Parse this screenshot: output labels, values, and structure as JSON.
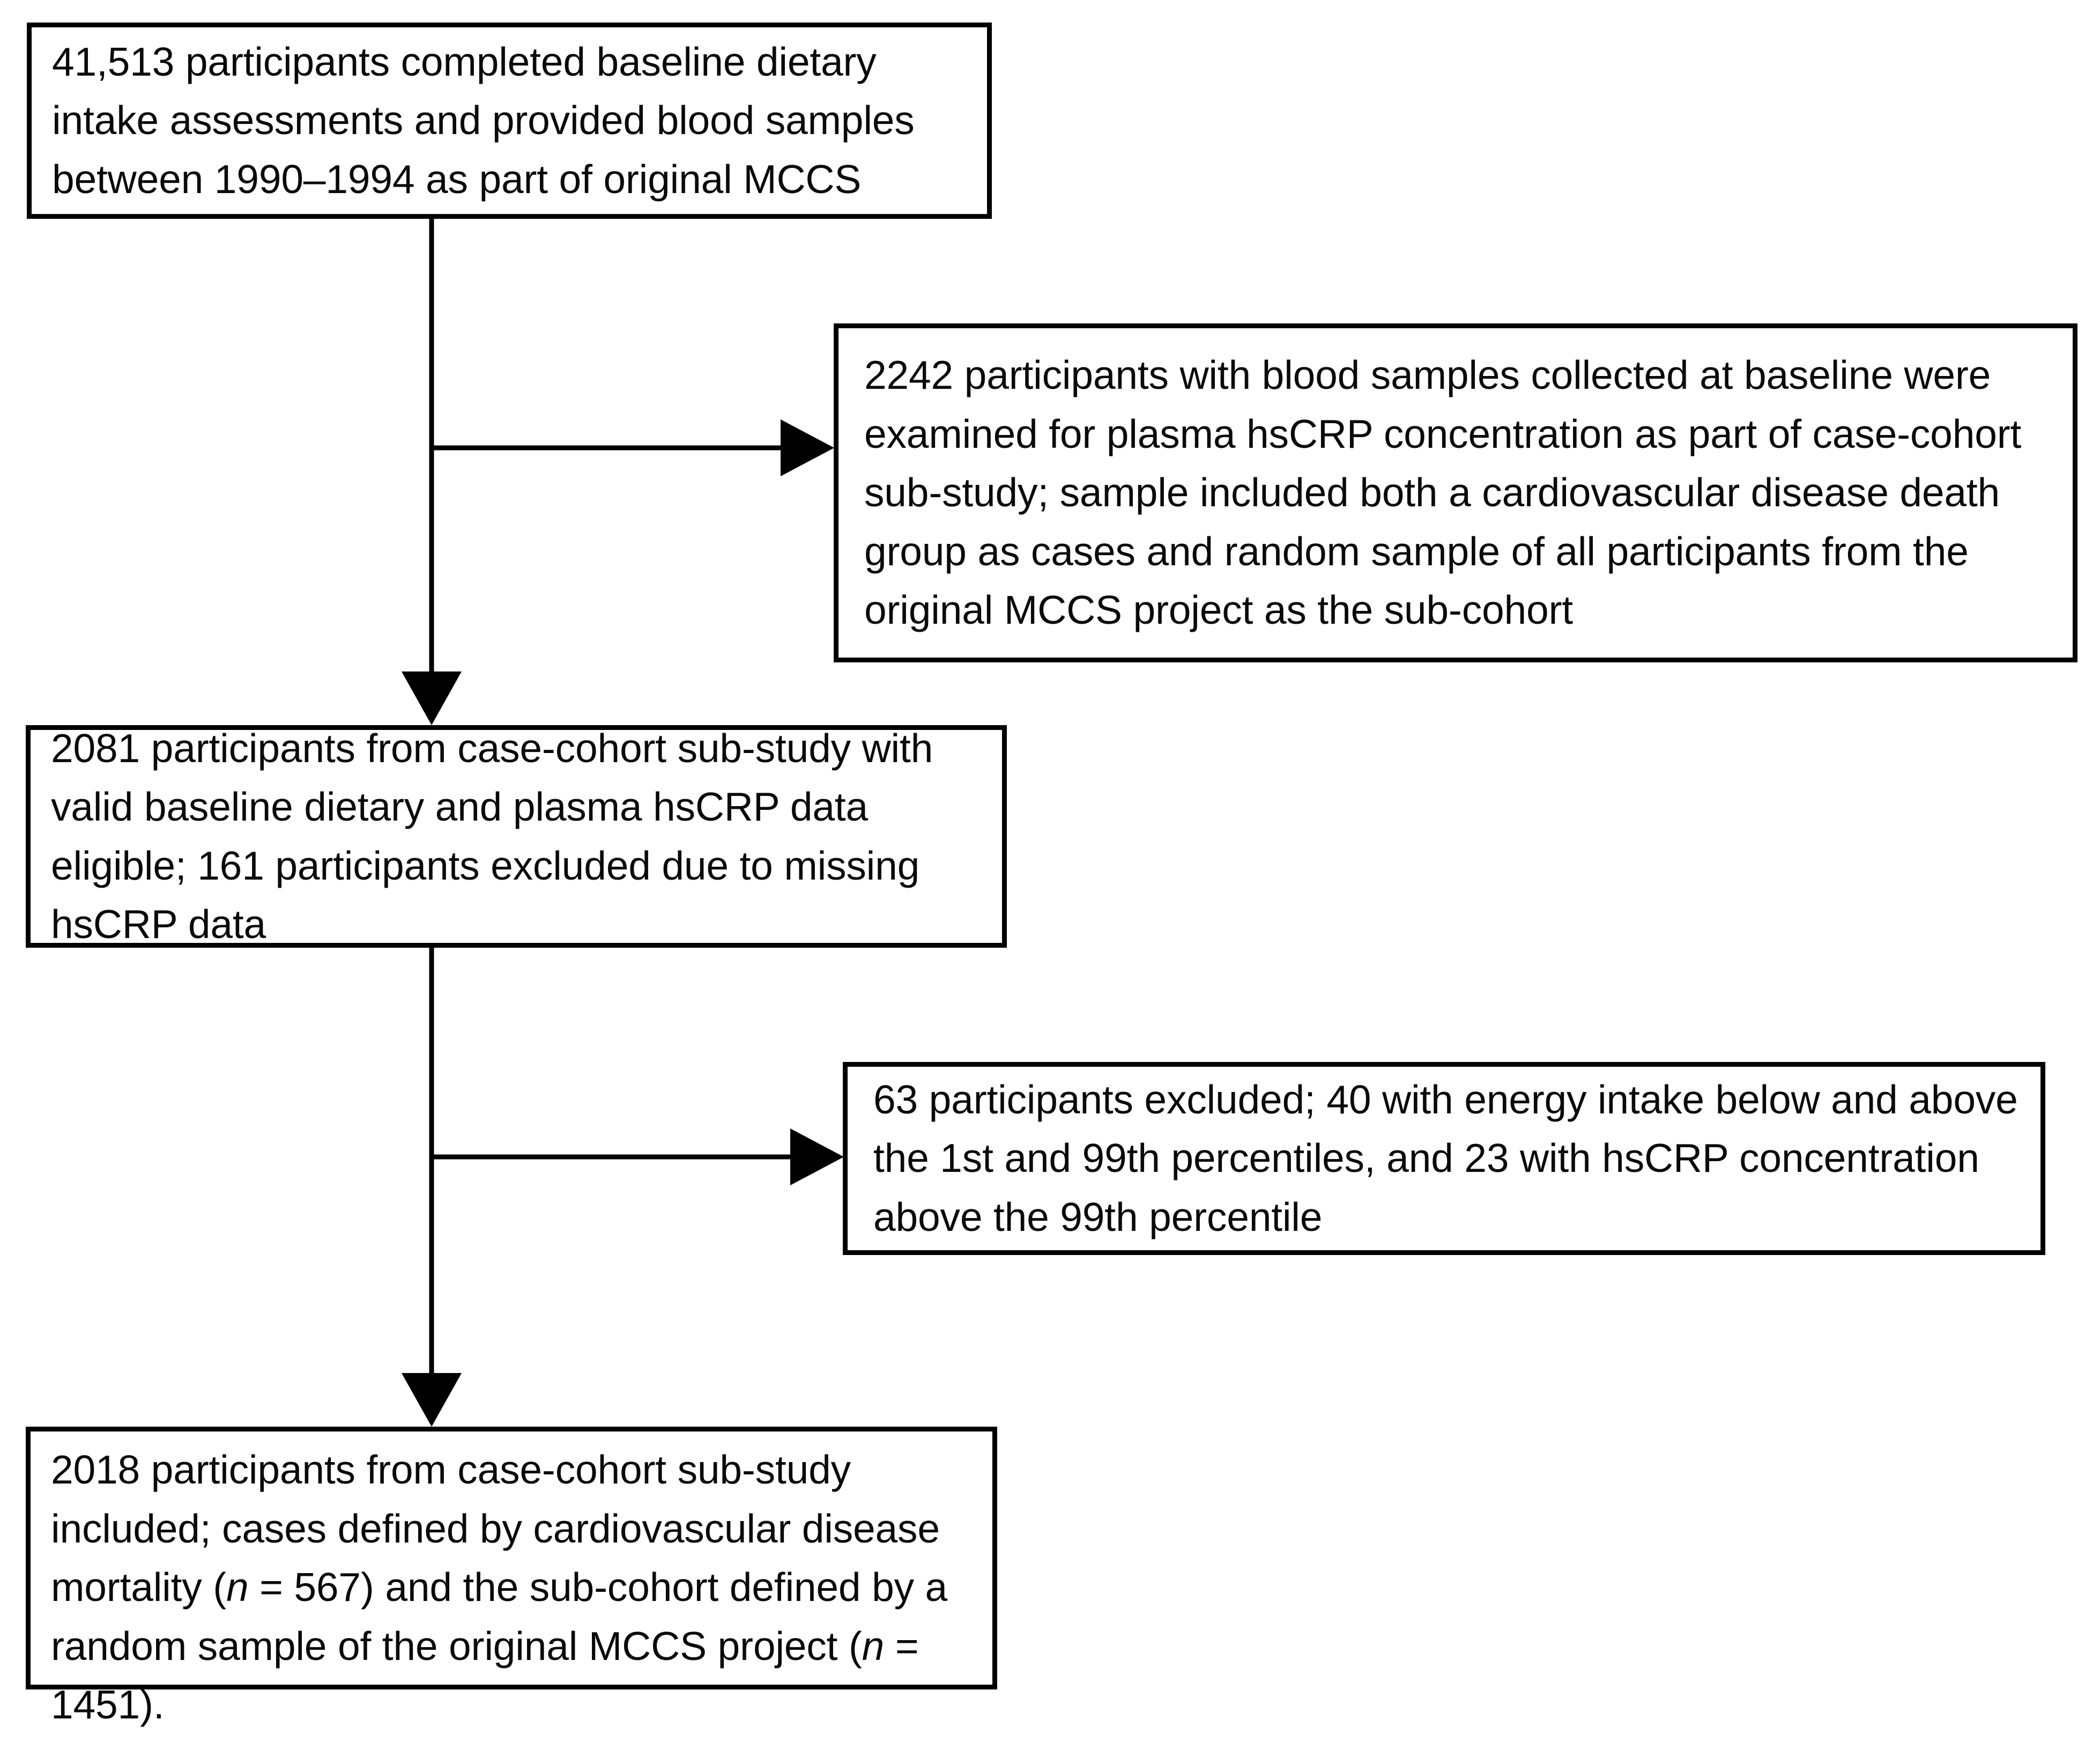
{
  "diagram": {
    "type": "flowchart",
    "orientation": "vertical-with-right-branches",
    "line_color": "#000000",
    "box_fill": "#ffffff",
    "box_border_color": "#000000",
    "text_color": "#0a0a0a",
    "nodes": [
      {
        "id": "baseline",
        "name": "baseline-cohort-box",
        "text": "41,513 participants completed baseline dietary intake assessments and provided blood samples between 1990–1994 as part of original MCCS",
        "count": "41,513"
      },
      {
        "id": "subcohort",
        "name": "case-cohort-substudy-box",
        "text": "2242 participants with blood samples collected at baseline were examined for plasma hsCRP concentration as part of case-cohort sub-study; sample included both a cardiovascular disease death group as cases and random sample of all participants from the original MCCS project as the sub-cohort",
        "count": "2242"
      },
      {
        "id": "eligible",
        "name": "eligible-participants-box",
        "text": "2081 participants from case-cohort sub-study with valid baseline dietary and plasma hsCRP data eligible; 161 participants excluded due to missing hsCRP data",
        "count": "2081"
      },
      {
        "id": "excluded",
        "name": "exclusions-box",
        "text": "63 participants excluded; 40 with energy intake below and above the 1st and 99th percentiles, and 23 with hsCRP concentration above the 99th percentile",
        "count": "63"
      },
      {
        "id": "included",
        "name": "final-analytic-sample-box",
        "text_parts": [
          "2018 participants from case-cohort sub-study included; cases defined by cardiovascular disease mortality (",
          "n",
          " = 567) and the sub-cohort defined by a random sample of the original MCCS project (",
          "n",
          " = 1451)."
        ],
        "count": "2018",
        "cases_n": "567",
        "subcohort_n": "1451"
      }
    ],
    "edges": [
      {
        "id": "edge-baseline-to-subcohort",
        "name": "arrow-baseline-to-subcohort",
        "from": "baseline",
        "to": "subcohort",
        "direction": "right"
      },
      {
        "id": "edge-baseline-to-eligible",
        "name": "arrow-baseline-to-eligible",
        "from": "baseline",
        "to": "eligible",
        "direction": "down"
      },
      {
        "id": "edge-eligible-to-excluded",
        "name": "arrow-eligible-to-excluded",
        "from": "eligible",
        "to": "excluded",
        "direction": "right"
      },
      {
        "id": "edge-eligible-to-included",
        "name": "arrow-eligible-to-included",
        "from": "eligible",
        "to": "included",
        "direction": "down"
      }
    ]
  }
}
